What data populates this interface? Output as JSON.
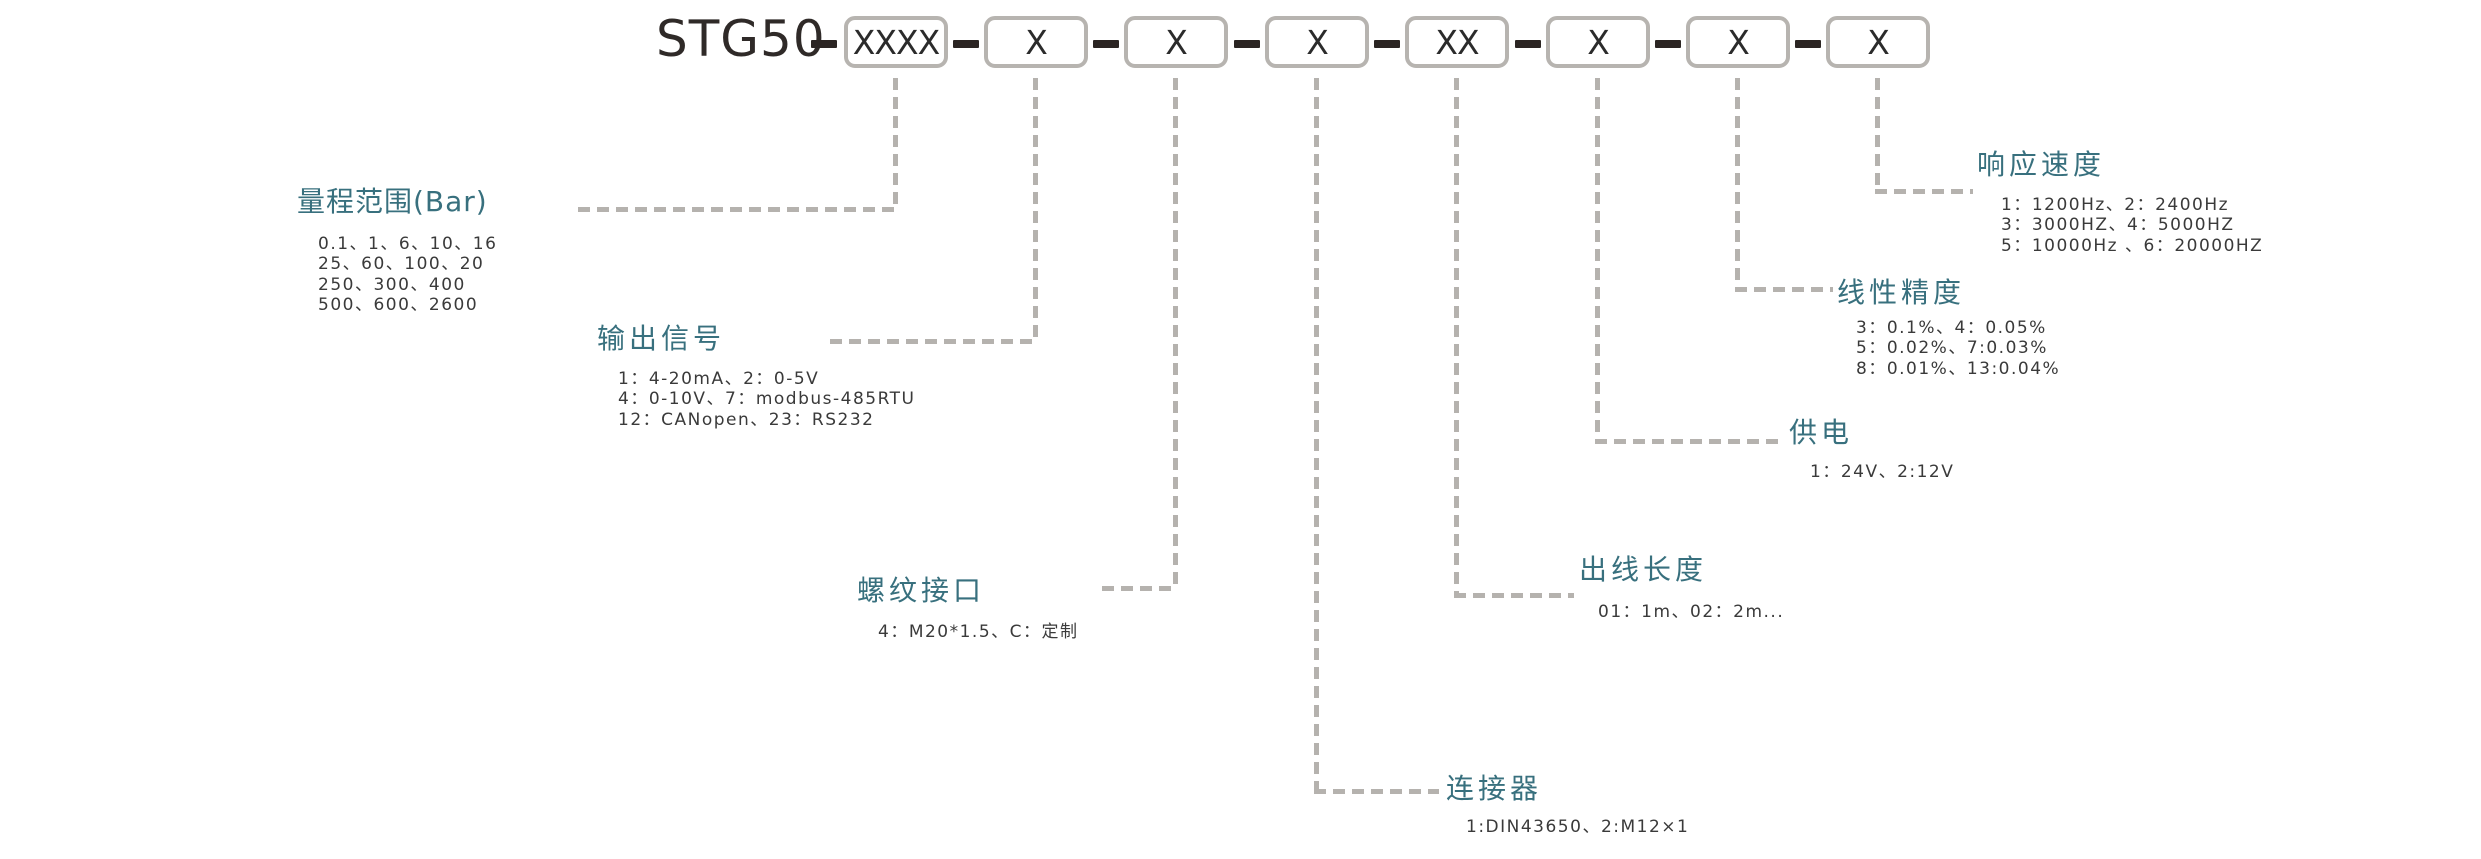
{
  "diagram": {
    "model": "STG50",
    "code_boxes": [
      "XXXX",
      "X",
      "X",
      "X",
      "XX",
      "X",
      "X",
      "X"
    ],
    "fields": [
      {
        "label": "量程范围(Bar)",
        "lines": [
          "0.1、1、6、10、16",
          "25、60、100、20",
          "250、300、400",
          "500、600、2600"
        ]
      },
      {
        "label": "输出信号",
        "lines": [
          "1：4-20mA、2：0-5V",
          "4：0-10V、7：modbus-485RTU",
          "12：CANopen、23：RS232"
        ]
      },
      {
        "label": "螺纹接口",
        "lines": [
          "4：M20*1.5、C：定制"
        ]
      },
      {
        "label": "连接器",
        "lines": [
          "1:DIN43650、2:M12×1"
        ]
      },
      {
        "label": "出线长度",
        "lines": [
          "01：1m、02：2m..."
        ]
      },
      {
        "label": "供电",
        "lines": [
          "1：24V、2:12V"
        ]
      },
      {
        "label": "线性精度",
        "lines": [
          "3：0.1%、4：0.05%",
          "5：0.02%、7:0.03%",
          "8：0.01%、13:0.04%"
        ]
      },
      {
        "label": "响应速度",
        "lines": [
          "1：1200Hz、2：2400Hz",
          "3：3000HZ、4：5000HZ",
          "5：10000Hz 、6：20000HZ"
        ]
      }
    ],
    "colors": {
      "accent_teal": "#38707e",
      "value_text": "#3a3a3a",
      "box_border": "#b7b4b0",
      "leader_dash": "#b5b2ae",
      "code_dash": "#2b2523",
      "title_text": "#2f2a28"
    }
  }
}
